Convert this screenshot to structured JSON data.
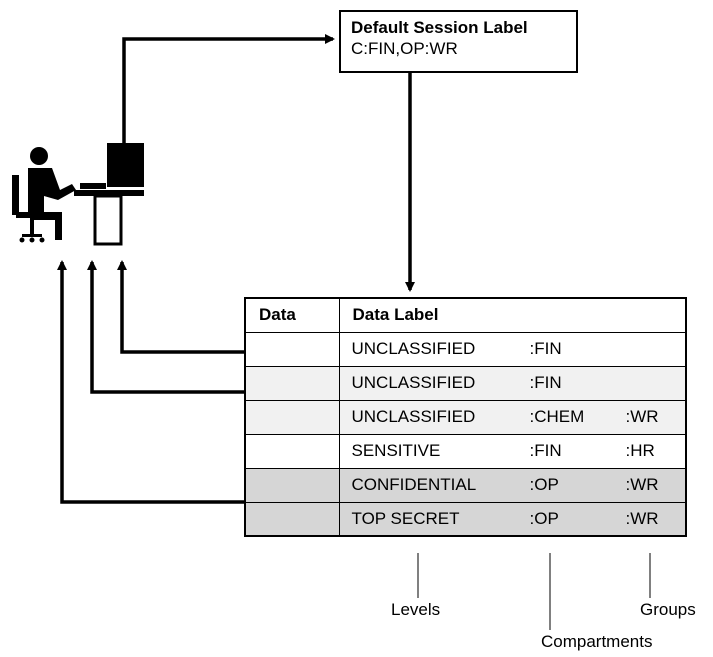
{
  "session": {
    "title": "Default Session Label",
    "value": "C:FIN,OP:WR"
  },
  "table": {
    "headers": [
      "Data",
      "Data Label"
    ],
    "rows": [
      {
        "level": "UNCLASSIFIED",
        "compartment": ":FIN",
        "group": "",
        "shade": "#ffffff"
      },
      {
        "level": "UNCLASSIFIED",
        "compartment": ":FIN",
        "group": "",
        "shade": "#f1f1f1"
      },
      {
        "level": "UNCLASSIFIED",
        "compartment": ":CHEM",
        "group": ":WR",
        "shade": "#f1f1f1"
      },
      {
        "level": "SENSITIVE",
        "compartment": ":FIN",
        "group": ":HR",
        "shade": "#ffffff"
      },
      {
        "level": "CONFIDENTIAL",
        "compartment": ":OP",
        "group": ":WR",
        "shade": "#d6d6d6"
      },
      {
        "level": "TOP SECRET",
        "compartment": ":OP",
        "group": ":WR",
        "shade": "#d6d6d6"
      }
    ]
  },
  "callouts": {
    "levels": "Levels",
    "compartments": "Compartments",
    "groups": "Groups"
  },
  "icons": [
    "user-at-workstation-icon"
  ]
}
